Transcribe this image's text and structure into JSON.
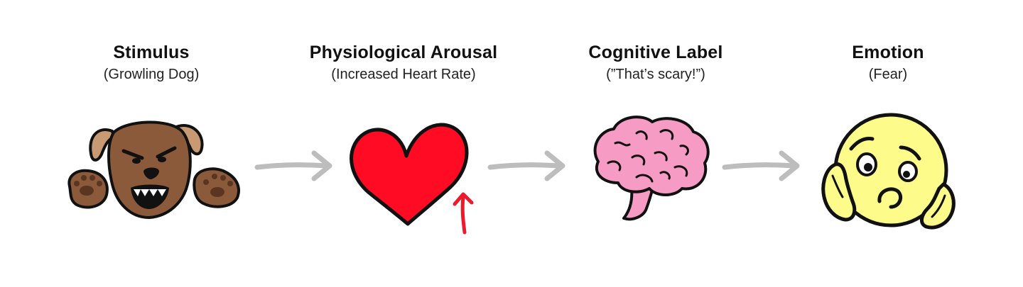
{
  "steps": [
    {
      "title": "Stimulus",
      "subtitle": "(Growling Dog)",
      "icon": "growling-dog-icon"
    },
    {
      "title": "Physiological Arousal",
      "subtitle": "(Increased Heart Rate)",
      "icon": "heart-icon"
    },
    {
      "title": "Cognitive Label",
      "subtitle": "(”That’s scary!”)",
      "icon": "brain-icon"
    },
    {
      "title": "Emotion",
      "subtitle": "(Fear)",
      "icon": "scared-face-icon"
    }
  ],
  "colors": {
    "dog_fur": "#8a5a3a",
    "dog_ear": "#c79a73",
    "heart": "#ff0b24",
    "up_arrow": "#ec1a2b",
    "brain": "#f59bc4",
    "face": "#fdfb8a",
    "connector_arrow": "#bdbdbd",
    "outline": "#111111"
  }
}
